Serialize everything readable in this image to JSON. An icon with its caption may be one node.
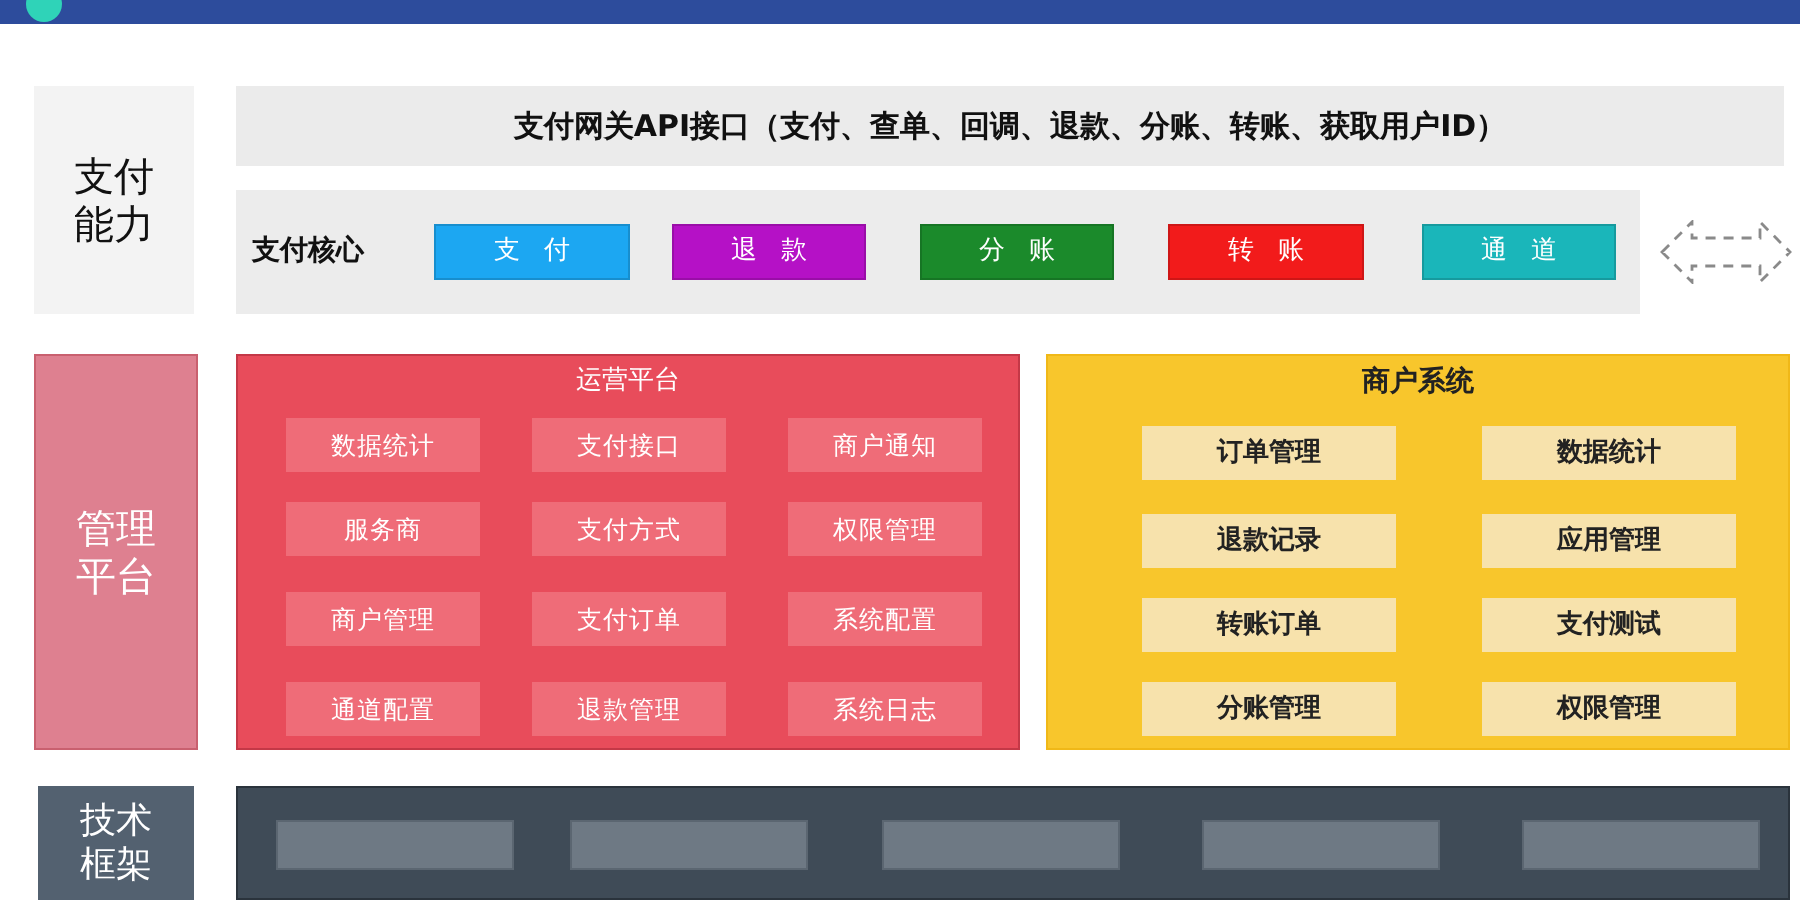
{
  "diagram": {
    "nodes": [
      {
        "text": [
          "支付能力"
        ]
      },
      {
        "text": [
          "支付网关API接口（支付、查单、回调、退款、分账、转账、获取用户ID）"
        ]
      },
      {
        "text": [
          "支付核心"
        ]
      },
      {
        "text": [
          "支付"
        ],
        "in": 2
      },
      {
        "text": [
          "退款"
        ],
        "in": 2
      },
      {
        "text": [
          "分账"
        ],
        "in": 2
      },
      {
        "text": [
          "转账"
        ],
        "in": 2
      },
      {
        "text": [
          "通道"
        ],
        "in": 2
      },
      {
        "text": [
          "管理平台"
        ]
      },
      {
        "text": [
          "运营平台"
        ]
      },
      {
        "text": [
          "数据统计"
        ],
        "in": 9
      },
      {
        "text": [
          "支付接口"
        ],
        "in": 9
      },
      {
        "text": [
          "商户通知"
        ],
        "in": 9
      },
      {
        "text": [
          "服务商"
        ],
        "in": 9
      },
      {
        "text": [
          "支付方式"
        ],
        "in": 9
      },
      {
        "text": [
          "权限管理"
        ],
        "in": 9
      },
      {
        "text": [
          "商户管理"
        ],
        "in": 9
      },
      {
        "text": [
          "支付订单"
        ],
        "in": 9
      },
      {
        "text": [
          "系统配置"
        ],
        "in": 9
      },
      {
        "text": [
          "通道配置"
        ],
        "in": 9
      },
      {
        "text": [
          "退款管理"
        ],
        "in": 9
      },
      {
        "text": [
          "系统日志"
        ],
        "in": 9
      },
      {
        "text": [
          "商户系统"
        ]
      },
      {
        "text": [
          "订单管理"
        ],
        "in": 22
      },
      {
        "text": [
          "数据统计"
        ],
        "in": 22
      },
      {
        "text": [
          "退款记录"
        ],
        "in": 22
      },
      {
        "text": [
          "应用管理"
        ],
        "in": 22
      },
      {
        "text": [
          "转账订单"
        ],
        "in": 22
      },
      {
        "text": [
          "支付测试"
        ],
        "in": 22
      },
      {
        "text": [
          "分账管理"
        ],
        "in": 22
      },
      {
        "text": [
          "权限管理"
        ],
        "in": 22
      },
      {
        "text": [
          "技术框架"
        ]
      },
      {
        "text": [],
        "shape": "box"
      },
      {
        "text": [],
        "shape": "box",
        "in": 32
      },
      {
        "text": [],
        "shape": "box",
        "in": 32
      },
      {
        "text": [],
        "shape": "box",
        "in": 32
      },
      {
        "text": [],
        "shape": "box",
        "in": 32
      },
      {
        "text": [],
        "shape": "box",
        "in": 32
      }
    ]
  }
}
